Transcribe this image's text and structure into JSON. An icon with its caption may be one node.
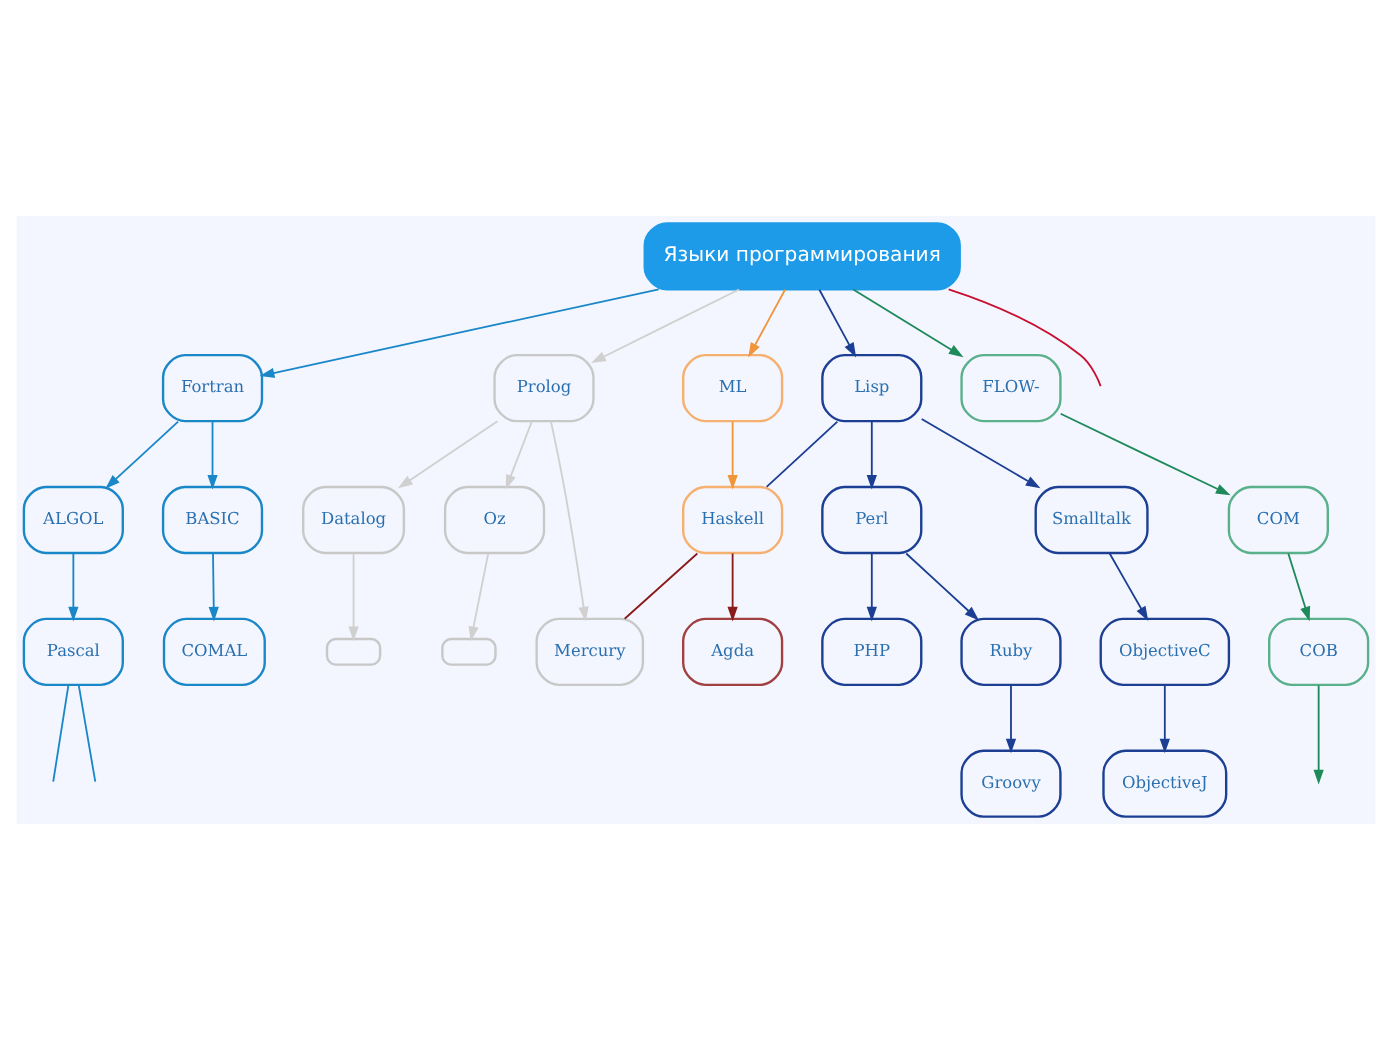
{
  "diagram": {
    "nodes": [
      {
        "text": [
          "Языки программирования"
        ]
      },
      {
        "text": [
          "Fortran"
        ]
      },
      {
        "text": [
          "ALGOL"
        ]
      },
      {
        "text": [
          "BASIC"
        ]
      },
      {
        "text": [
          "Pascal"
        ]
      },
      {
        "text": [
          "COMAL"
        ]
      },
      {
        "text": [
          "Prolog"
        ]
      },
      {
        "text": [
          "Datalog"
        ]
      },
      {
        "text": [
          "Oz"
        ]
      },
      {
        "text": [
          "Mercury"
        ]
      },
      {
        "text": [
          "ML"
        ]
      },
      {
        "text": [
          "Haskell"
        ]
      },
      {
        "text": [
          "Agda"
        ]
      },
      {
        "text": [
          "Lisp"
        ]
      },
      {
        "text": [
          "Perl"
        ]
      },
      {
        "text": [
          "Smalltalk"
        ]
      },
      {
        "text": [
          "PHP"
        ]
      },
      {
        "text": [
          "Ruby"
        ]
      },
      {
        "text": [
          "ObjectiveC"
        ]
      },
      {
        "text": [
          "Groovy"
        ]
      },
      {
        "text": [
          "ObjectiveJ"
        ]
      },
      {
        "text": [
          "FLOW-"
        ]
      },
      {
        "text": [
          "COM"
        ]
      },
      {
        "text": [
          "COB"
        ]
      },
      {
        "text": [],
        "shape": "box"
      },
      {
        "text": [],
        "shape": "box"
      }
    ],
    "edges": [
      {
        "from": 0,
        "to": null,
        "arrow": "none",
        "color": "#c8102e"
      },
      {
        "from": 0,
        "to": 1,
        "arrow": "to",
        "color": "#1a87c8"
      },
      {
        "from": 1,
        "to": 2,
        "arrow": "to",
        "color": "#1a87c8"
      },
      {
        "from": 1,
        "to": 3,
        "arrow": "to",
        "color": "#1a87c8"
      },
      {
        "from": 2,
        "to": 4,
        "arrow": "to",
        "color": "#1a87c8"
      },
      {
        "from": 3,
        "to": 5,
        "arrow": "to",
        "color": "#1a87c8"
      },
      {
        "from": 4,
        "to": null,
        "arrow": "none",
        "color": "#1a87c8"
      },
      {
        "from": 4,
        "to": null,
        "arrow": "none",
        "color": "#1a87c8"
      },
      {
        "from": 0,
        "to": 6,
        "arrow": "to",
        "color": "#d0d0d0"
      },
      {
        "from": 6,
        "to": 7,
        "arrow": "to",
        "color": "#d0d0d0"
      },
      {
        "from": 6,
        "to": 8,
        "arrow": "to",
        "color": "#d0d0d0"
      },
      {
        "from": 6,
        "to": 9,
        "arrow": "to",
        "color": "#d0d0d0"
      },
      {
        "from": 7,
        "to": 24,
        "arrow": "to",
        "color": "#d0d0d0"
      },
      {
        "from": 8,
        "to": 25,
        "arrow": "to",
        "color": "#d0d0d0"
      },
      {
        "from": 0,
        "to": 10,
        "arrow": "to",
        "color": "#f0953a"
      },
      {
        "from": 10,
        "to": 11,
        "arrow": "to",
        "color": "#f0953a"
      },
      {
        "from": 11,
        "to": 12,
        "arrow": "to",
        "color": "#8b1a1a"
      },
      {
        "from": 11,
        "to": 9,
        "arrow": "none",
        "color": "#8b1a1a"
      },
      {
        "from": 0,
        "to": 13,
        "arrow": "to",
        "color": "#1c3f94"
      },
      {
        "from": 13,
        "to": 11,
        "arrow": "none",
        "color": "#1c3f94"
      },
      {
        "from": 13,
        "to": 14,
        "arrow": "to",
        "color": "#1c3f94"
      },
      {
        "from": 13,
        "to": 15,
        "arrow": "to",
        "color": "#1c3f94"
      },
      {
        "from": 14,
        "to": 16,
        "arrow": "to",
        "color": "#1c3f94"
      },
      {
        "from": 14,
        "to": 17,
        "arrow": "to",
        "color": "#1c3f94"
      },
      {
        "from": 15,
        "to": 18,
        "arrow": "to",
        "color": "#1c3f94"
      },
      {
        "from": 17,
        "to": 19,
        "arrow": "to",
        "color": "#1c3f94"
      },
      {
        "from": 18,
        "to": 20,
        "arrow": "to",
        "color": "#1c3f94"
      },
      {
        "from": 0,
        "to": 21,
        "arrow": "to",
        "color": "#1e8a5a"
      },
      {
        "from": 21,
        "to": 22,
        "arrow": "to",
        "color": "#1e8a5a"
      },
      {
        "from": 22,
        "to": 23,
        "arrow": "to",
        "color": "#1e8a5a"
      },
      {
        "from": 23,
        "to": null,
        "arrow": "to",
        "color": "#1e8a5a"
      }
    ]
  }
}
